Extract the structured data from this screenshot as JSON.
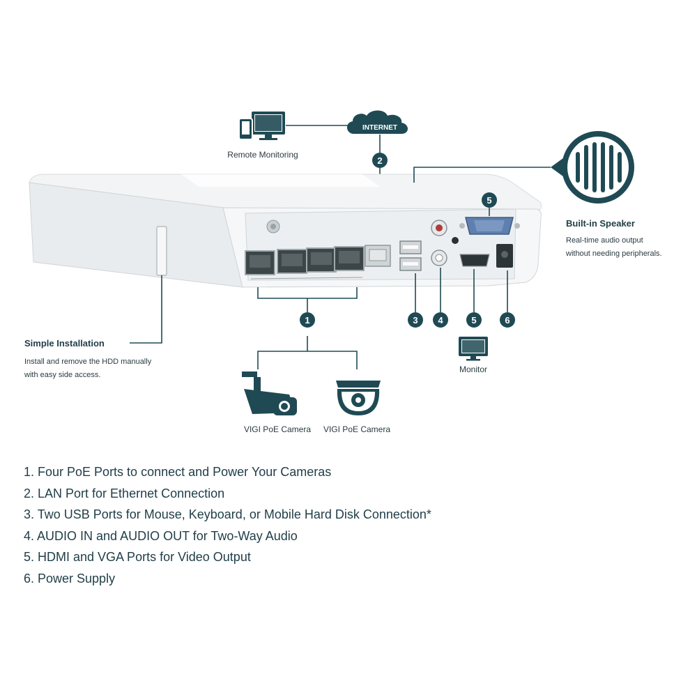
{
  "labels": {
    "internet": "INTERNET",
    "remote_monitoring": "Remote Monitoring",
    "monitor": "Monitor",
    "camera_bullet": "VIGI PoE Camera",
    "camera_dome": "VIGI PoE Camera"
  },
  "badges": [
    "1",
    "2",
    "3",
    "4",
    "5",
    "5",
    "6"
  ],
  "callouts": {
    "speaker_title": "Built-in Speaker",
    "speaker_desc_1": "Real-time audio output",
    "speaker_desc_2": "without needing peripherals.",
    "install_title": "Simple Installation",
    "install_desc_1": "Install and remove the HDD manually",
    "install_desc_2": "with easy side access."
  },
  "features": [
    "1. Four PoE Ports to connect and Power Your Cameras",
    "2. LAN Port for Ethernet Connection",
    "3. Two USB Ports for Mouse, Keyboard, or Mobile Hard Disk Connection*",
    "4. AUDIO IN and AUDIO OUT for Two-Way Audio",
    "5. HDMI and VGA Ports for Video Output",
    "6. Power Supply"
  ],
  "colors": {
    "accent": "#1f4a54",
    "text": "#1f3d47"
  }
}
